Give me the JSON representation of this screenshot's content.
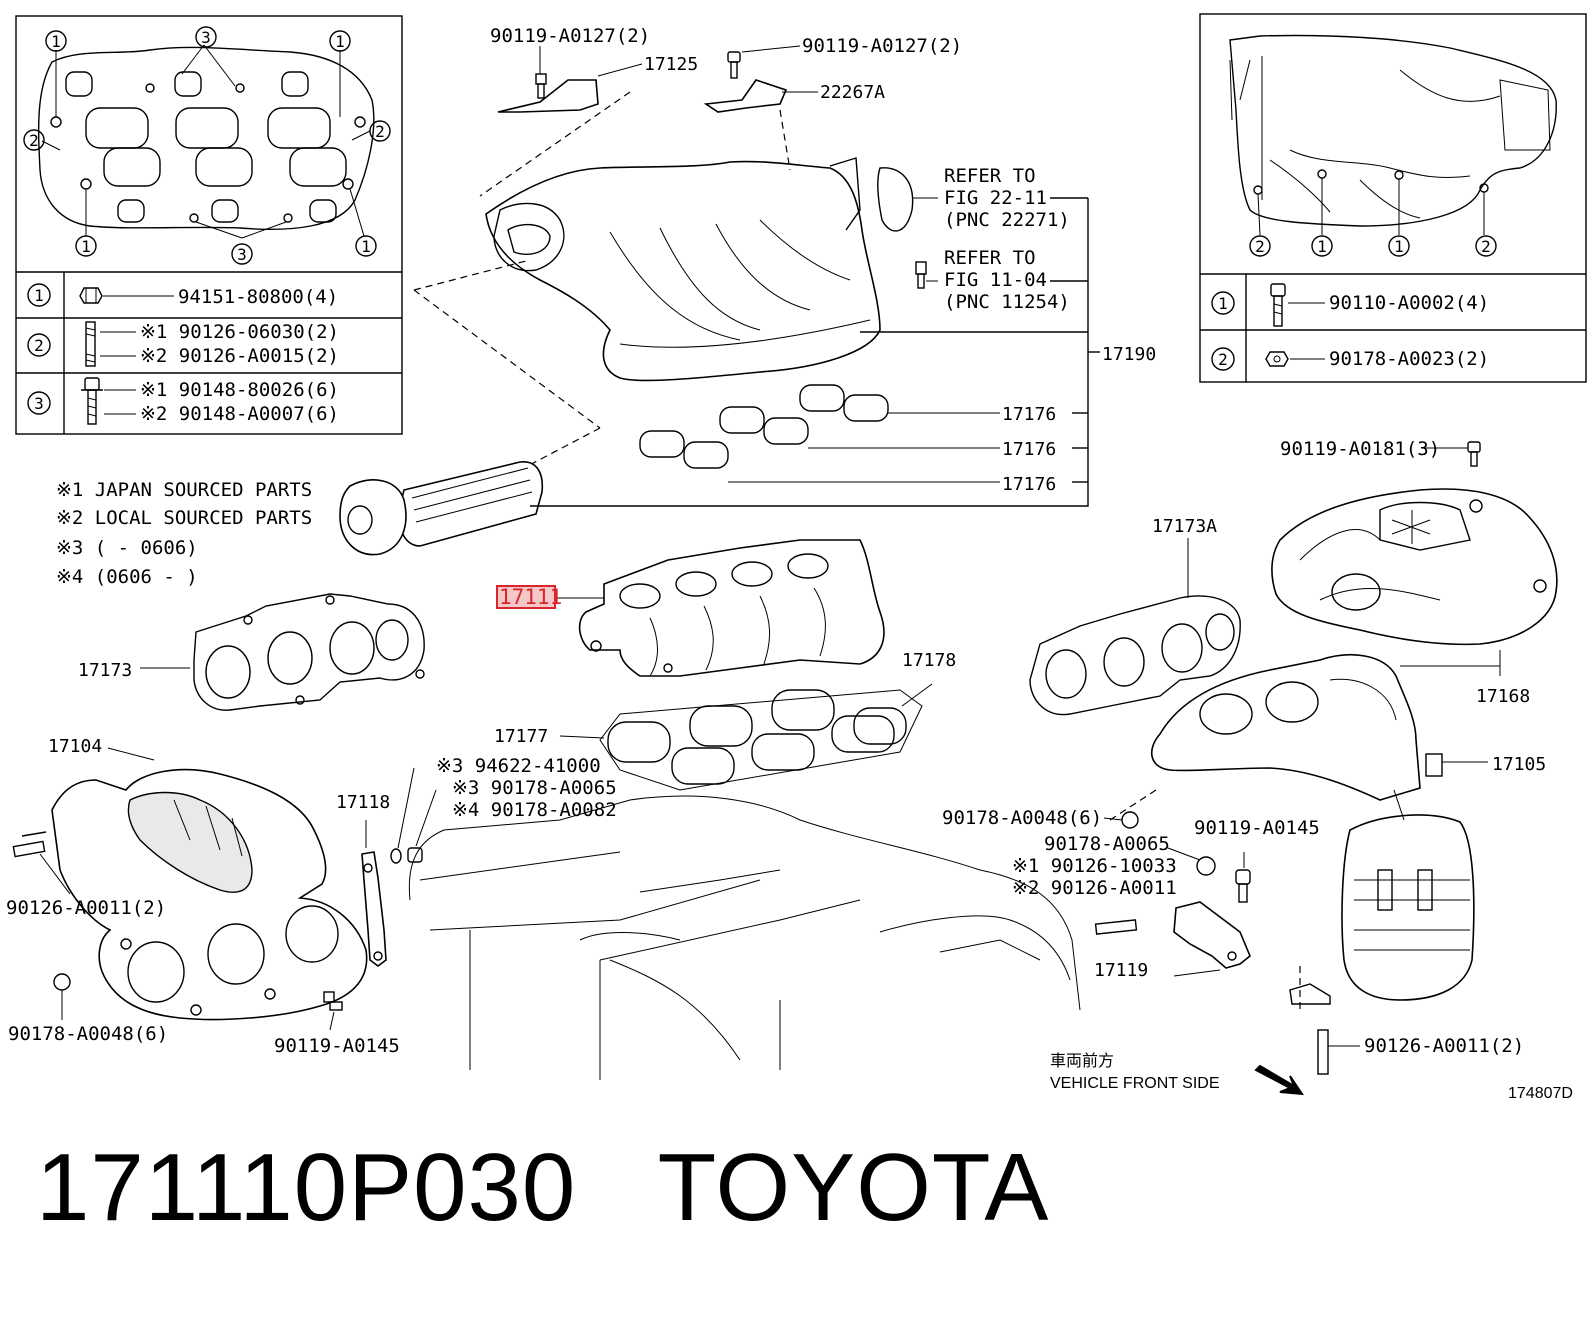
{
  "top_left_table": {
    "rows": [
      {
        "num": "1",
        "parts": [
          "94151-80800(4)"
        ]
      },
      {
        "num": "2",
        "parts": [
          "※1 90126-06030(2)",
          "※2 90126-A0015(2)"
        ]
      },
      {
        "num": "3",
        "parts": [
          "※1 90148-80026(6)",
          "※2 90148-A0007(6)"
        ]
      }
    ],
    "callouts": [
      "1",
      "3",
      "1",
      "2",
      "2",
      "1",
      "3",
      "1"
    ]
  },
  "top_right_table": {
    "rows": [
      {
        "num": "1",
        "parts": [
          "90110-A0002(4)"
        ]
      },
      {
        "num": "2",
        "parts": [
          "90178-A0023(2)"
        ]
      }
    ],
    "callouts": [
      "2",
      "1",
      "1",
      "2"
    ]
  },
  "notes": [
    "※1 JAPAN SOURCED PARTS",
    "※2 LOCAL SOURCED PARTS",
    "※3 (     - 0606)",
    "※4 (0606 -      )"
  ],
  "labels": {
    "p90119_a0127_left": "90119-A0127(2)",
    "p90119_a0127_right": "90119-A0127(2)",
    "p17125": "17125",
    "p22267a": "22267A",
    "refer1": [
      "REFER TO",
      "FIG 22-11",
      "(PNC 22271)"
    ],
    "refer2": [
      "REFER TO",
      "FIG 11-04",
      "(PNC 11254)"
    ],
    "p17190": "17190",
    "p17176a": "17176",
    "p17176b": "17176",
    "p17176c": "17176",
    "p17111": "17111",
    "p17173": "17173",
    "p17173a": "17173A",
    "p17178": "17178",
    "p17177": "17177",
    "p17104": "17104",
    "p17118": "17118",
    "p94622": "※3 94622-41000",
    "p90178_a0065_l": "※3 90178-A0065",
    "p90178_a0082": "※4 90178-A0082",
    "p90126_a0011_l": "90126-A0011(2)",
    "p90178_a0048_l": "90178-A0048(6)",
    "p90119_a0145_l": "90119-A0145",
    "p90119_a0181": "90119-A0181(3)",
    "p17168": "17168",
    "p17105": "17105",
    "p90178_a0048_r": "90178-A0048(6)",
    "p90178_a0065_r": "90178-A0065",
    "p90126_10033": "※1 90126-10033",
    "p90126_a0011_m": "※2 90126-A0011",
    "p90119_a0145_r": "90119-A0145",
    "p17119": "17119",
    "p90126_a0011_r": "90126-A0011(2)",
    "front_jp": "車両前方",
    "front_en": "VEHICLE FRONT SIDE",
    "fig_no": "174807D"
  },
  "caption": {
    "part_number": "171110P030",
    "brand": "TOYOTA"
  },
  "colors": {
    "line": "#000000",
    "highlight": "#d9262c",
    "highlight_fill": "#f4c7c9",
    "background": "#ffffff"
  }
}
